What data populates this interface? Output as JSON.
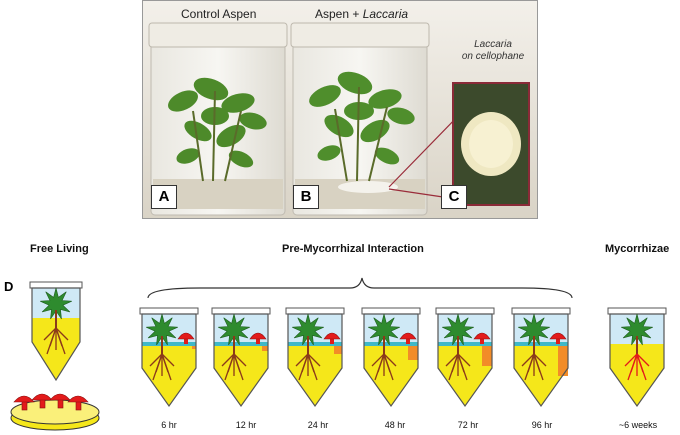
{
  "photo": {
    "label_control": "Control Aspen",
    "label_treated_prefix": "Aspen + ",
    "label_treated_italic": "Laccaria",
    "culture_line1": "Laccaria",
    "culture_line2": "on cellophane",
    "panel_a": "A",
    "panel_b": "B",
    "panel_c": "C"
  },
  "diagram": {
    "panel_d": "D",
    "free_living": "Free Living",
    "pre_mycorrhizal": "Pre-Mycorrhizal Interaction",
    "mycorrhizae": "Mycorrhizae",
    "timepoints": [
      "6 hr",
      "12 hr",
      "24 hr",
      "48 hr",
      "72 hr",
      "96 hr"
    ],
    "final_time": "~6 weeks"
  },
  "colors": {
    "soil": "#f5e71a",
    "sky": "#cfe9f6",
    "leaf": "#2e8b2e",
    "root": "#8b3a1a",
    "fungus": "#e31b1b",
    "interface": "#3fb8c8",
    "orange": "#f28c28"
  }
}
